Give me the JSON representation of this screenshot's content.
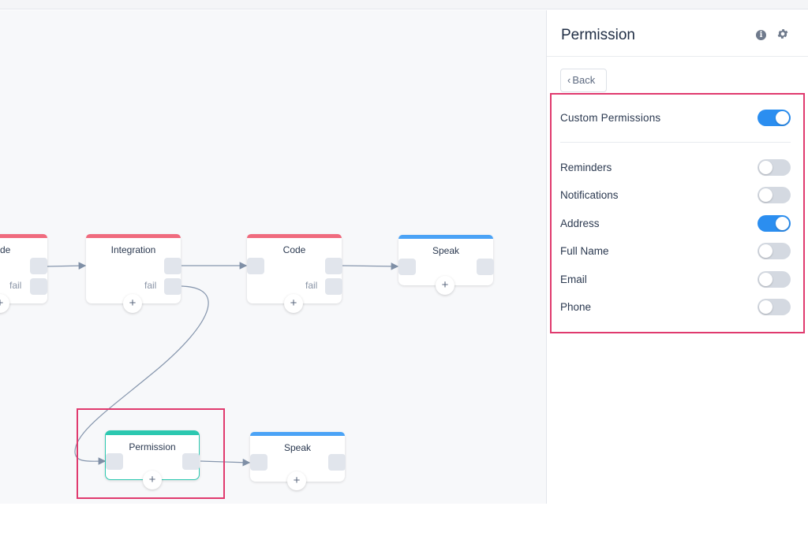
{
  "canvas": {
    "blocks": [
      {
        "id": "partial",
        "title": "de",
        "fail_label": "fail",
        "color": "#f06b7e"
      },
      {
        "id": "integration",
        "title": "Integration",
        "fail_label": "fail",
        "color": "#f06b7e"
      },
      {
        "id": "code",
        "title": "Code",
        "fail_label": "fail",
        "color": "#f06b7e"
      },
      {
        "id": "speak1",
        "title": "Speak",
        "color": "#4ba3f6"
      },
      {
        "id": "permission",
        "title": "Permission",
        "color": "#2cc8b0",
        "selected": true
      },
      {
        "id": "speak2",
        "title": "Speak",
        "color": "#4ba3f6"
      }
    ],
    "plus_symbol": "+"
  },
  "panel": {
    "title": "Permission",
    "info_icon": "i",
    "back_label": "Back",
    "custom_permissions": {
      "label": "Custom Permissions",
      "on": true
    },
    "permissions": [
      {
        "label": "Reminders",
        "on": false
      },
      {
        "label": "Notifications",
        "on": false
      },
      {
        "label": "Address",
        "on": true
      },
      {
        "label": "Full Name",
        "on": false
      },
      {
        "label": "Email",
        "on": false
      },
      {
        "label": "Phone",
        "on": false
      }
    ]
  },
  "colors": {
    "accent": "#2b8ef0",
    "highlight": "#e03a6e",
    "error_bar": "#f06b7e",
    "speak_bar": "#4ba3f6",
    "permission_bar": "#2cc8b0"
  }
}
